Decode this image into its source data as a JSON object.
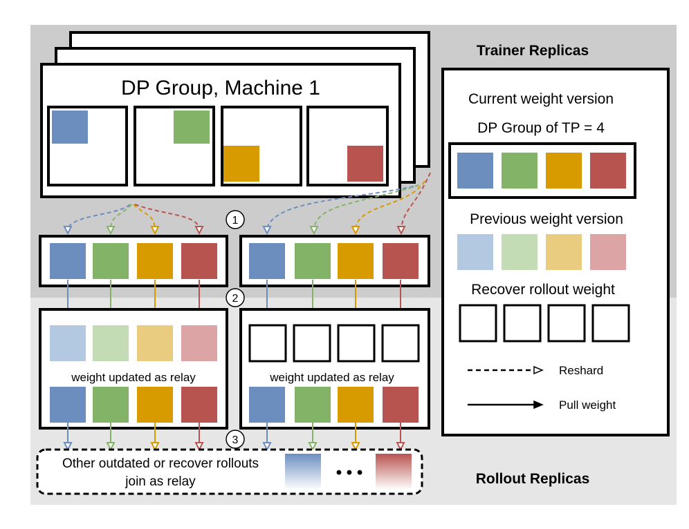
{
  "regions": {
    "trainer_label": "Trainer Replicas",
    "rollout_label": "Rollout Replicas"
  },
  "dp_group": {
    "title": "DP Group, Machine 1"
  },
  "steps": [
    "1",
    "2",
    "3"
  ],
  "rollout": {
    "relay_caption_left": "weight updated as relay",
    "relay_caption_right": "weight updated as relay",
    "other_line1": "Other outdated or recover rollouts",
    "other_line2": "join as relay",
    "ellipsis": "• • •"
  },
  "legend": {
    "current_title": "Current weight version",
    "dp_group_title": "DP Group of TP = 4",
    "previous_title": "Previous weight version",
    "recover_title": "Recover rollout weight",
    "reshard_label": "Reshard",
    "pull_label": "Pull weight"
  },
  "colors": {
    "shard_current": [
      "#6c8ebf",
      "#82b366",
      "#d79b00",
      "#b85450"
    ],
    "shard_previous": [
      "#b3c9e2",
      "#c4dcb5",
      "#e9cc80",
      "#dda4a5"
    ],
    "trainer_bg": "#cccccc",
    "rollout_bg": "#e6e6e6"
  }
}
